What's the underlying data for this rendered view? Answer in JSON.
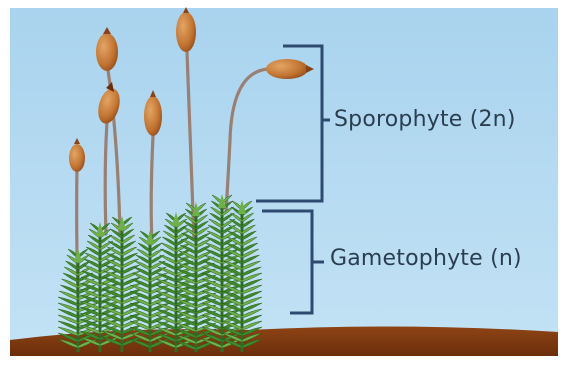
{
  "labels": {
    "sporophyte": "Sporophyte (2n)",
    "gametophyte": "Gametophyte (n)"
  },
  "colors": {
    "sky": "#afd7ef",
    "soil": "#8a3f12",
    "soil_dark": "#6b2e0b",
    "leaf": "#3f8a2c",
    "leaf_light": "#6fb04a",
    "stalk": "#9a7f73",
    "capsule": "#c57a35",
    "capsule_dark": "#8a4316",
    "bracket": "#2e4a70"
  },
  "icons": {
    "plant": "moss-plant-illustration"
  }
}
